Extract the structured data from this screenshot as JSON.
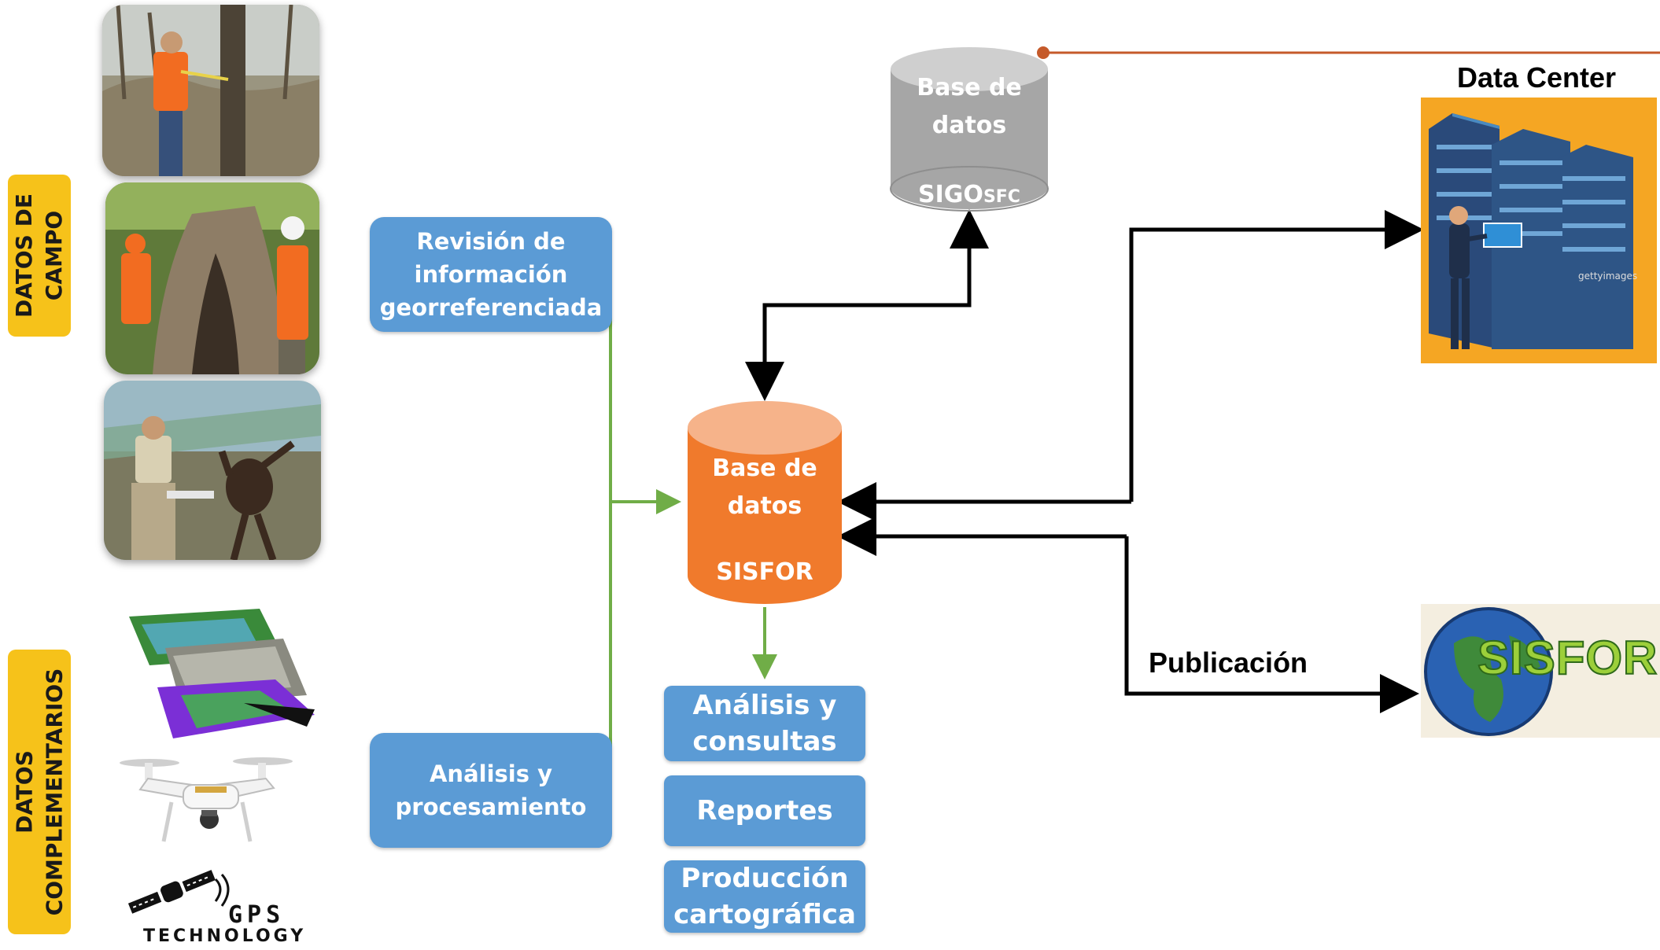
{
  "labels": {
    "datos_campo": "DATOS DE\nCAMPO",
    "datos_complementarios": "DATOS\nCOMPLEMENTARIOS"
  },
  "boxes": {
    "revision": "Revisión de\ninformación\ngeorreferenciada",
    "analisis_procesamiento": "Análisis y\nprocesamiento",
    "analisis_consultas": "Análisis y\nconsultas",
    "reportes": "Reportes",
    "produccion": "Producción\ncartográfica"
  },
  "databases": {
    "sigo": {
      "line1": "Base de",
      "line2": "datos",
      "name": "SIGO",
      "name_suffix": "SFC"
    },
    "sisfor": {
      "line1": "Base de",
      "line2": "datos",
      "name": "SISFOR"
    }
  },
  "right": {
    "data_center_title": "Data Center",
    "publicacion": "Publicación",
    "sisfor_logo_text": "SISFOR",
    "getty_watermark": "gettyimages"
  },
  "gps_logo": {
    "line1": "GPS",
    "line2": "TECHNOLOGY"
  },
  "colors": {
    "label_yellow": "#f6c21a",
    "box_blue": "#5b9bd5",
    "sisfor_orange": "#f07a2c",
    "sigo_gray": "#a6a6a6",
    "green_line": "#70ad47",
    "top_line_red": "#c55a2a",
    "datacenter_bg": "#f5a623"
  },
  "icons": [
    "tree-measure-photo",
    "tree-trunk-photo",
    "monkey-field-photo",
    "terrain-layers-icon",
    "drone-icon",
    "gps-satellite-icon",
    "data-center-illustration",
    "globe-icon"
  ]
}
